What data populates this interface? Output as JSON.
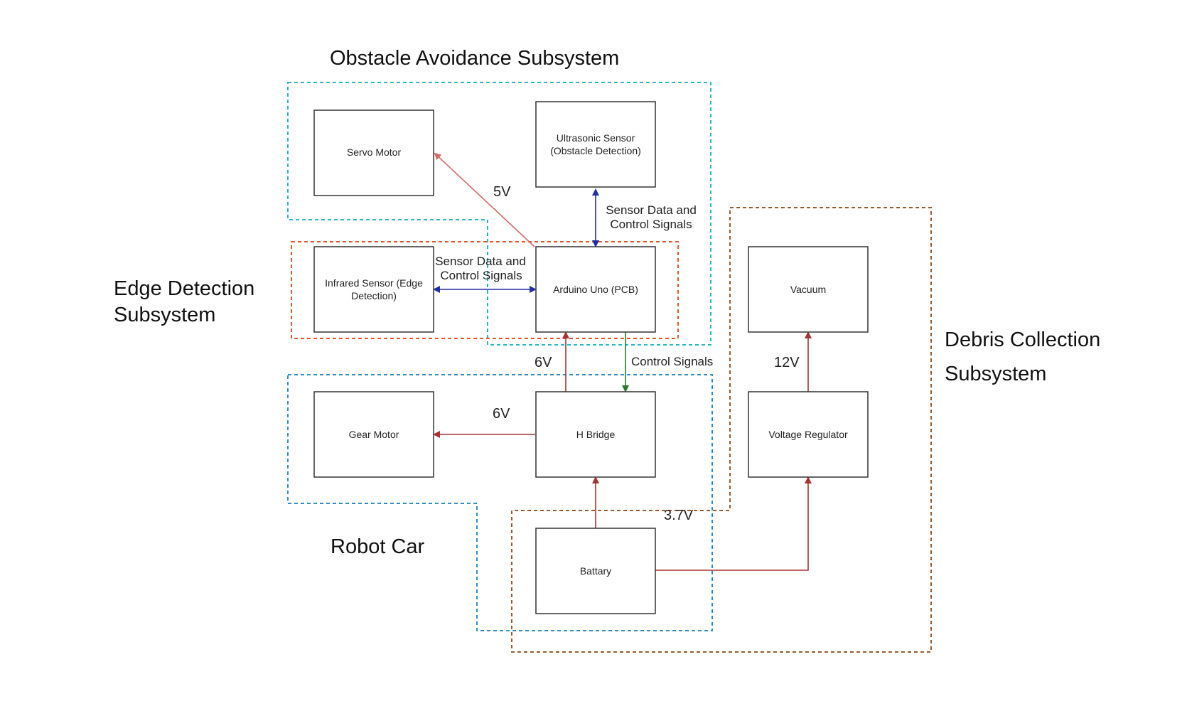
{
  "colors": {
    "obstacle_boundary": "#29b6c8",
    "edge_boundary": "#e2562a",
    "robot_car_boundary": "#2f8fc4",
    "debris_boundary": "#9a5a2c",
    "power_arrow": "#a83232",
    "power_arrow_light": "#d86a6a",
    "signal_arrow": "#1f2fa8",
    "control_arrow": "#2a7a2a",
    "block_border": "#333333"
  },
  "subsystems": {
    "obstacle_avoidance": "Obstacle Avoidance Subsystem",
    "edge_detection_line1": "Edge Detection",
    "edge_detection_line2": "Subsystem",
    "debris_collection_line1": "Debris Collection",
    "debris_collection_line2": "Subsystem",
    "robot_car": "Robot Car"
  },
  "blocks": {
    "servo_motor": "Servo Motor",
    "ultrasonic_line1": "Ultrasonic Sensor",
    "ultrasonic_line2": "(Obstacle Detection)",
    "infrared_line1": "Infrared Sensor (Edge",
    "infrared_line2": "Detection)",
    "arduino": "Arduino Uno (PCB)",
    "vacuum": "Vacuum",
    "gear_motor": "Gear Motor",
    "h_bridge": "H Bridge",
    "voltage_regulator": "Voltage Regulator",
    "battery": "Battary"
  },
  "connections": {
    "servo_voltage": "5V",
    "ultrasonic_signals_line1": "Sensor Data and",
    "ultrasonic_signals_line2": "Control Signals",
    "infrared_signals_line1": "Sensor Data and",
    "infrared_signals_line2": "Control Signals",
    "hbridge_to_arduino_voltage": "6V",
    "control_signals": "Control Signals",
    "gear_motor_voltage": "6V",
    "regulator_to_vacuum_voltage": "12V",
    "battery_voltage": "3.7V"
  }
}
